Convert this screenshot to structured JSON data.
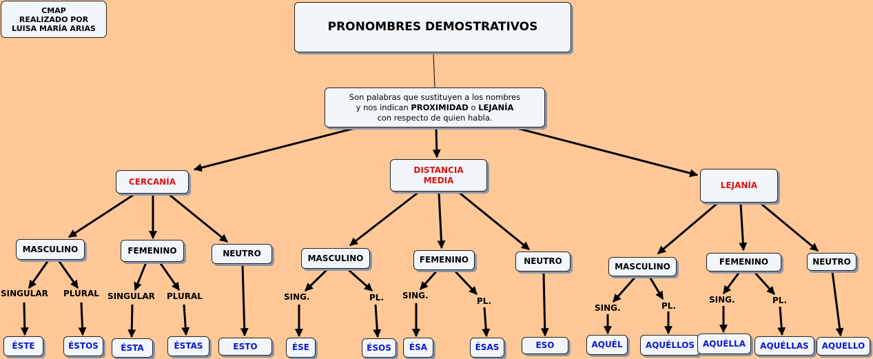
{
  "credit": "CMAP\nREALIZADO POR\nLUISA MARÍA ARIAS",
  "title": "PRONOMBRES DEMOSTRATIVOS",
  "definition": {
    "line1": "Son palabras que sustituyen a los nombres",
    "line2_a": "y nos indican",
    "line2_b": "PROXIMIDAD",
    "line2_c": "o",
    "line2_d": "LEJANÍA",
    "line3": "con respecto de quien habla."
  },
  "categories": {
    "cercania": "CERCANÍA",
    "distancia": "DISTANCIA\nMEDIA",
    "lejania": "LEJANÍA"
  },
  "groups": {
    "masculino": "MASCULINO",
    "femenino": "FEMENINO",
    "neutro": "NEUTRO"
  },
  "labels": {
    "singular": "SINGULAR",
    "plural": "PLURAL",
    "sing": "SING.",
    "pl": "PL."
  },
  "pronouns": {
    "este": "ÉSTE",
    "estos": "ÉSTOS",
    "esta": "ÉSTA",
    "estas": "ÉSTAS",
    "esto": "ESTO",
    "ese": "ÉSE",
    "esos": "ÉSOS",
    "esa": "ÉSA",
    "esas": "ÉSAS",
    "eso": "ESO",
    "aquel": "AQUÉL",
    "aquellos": "AQUÉLLOS",
    "aquella": "AQUÉLLA",
    "aquellas": "AQUÉLLAS",
    "aquello": "AQUELLO"
  },
  "colors": {
    "background": "#FFC896",
    "node_fill": "#F2F6FA",
    "category_text": "#E01010",
    "pronoun_text": "#0A18D0"
  }
}
